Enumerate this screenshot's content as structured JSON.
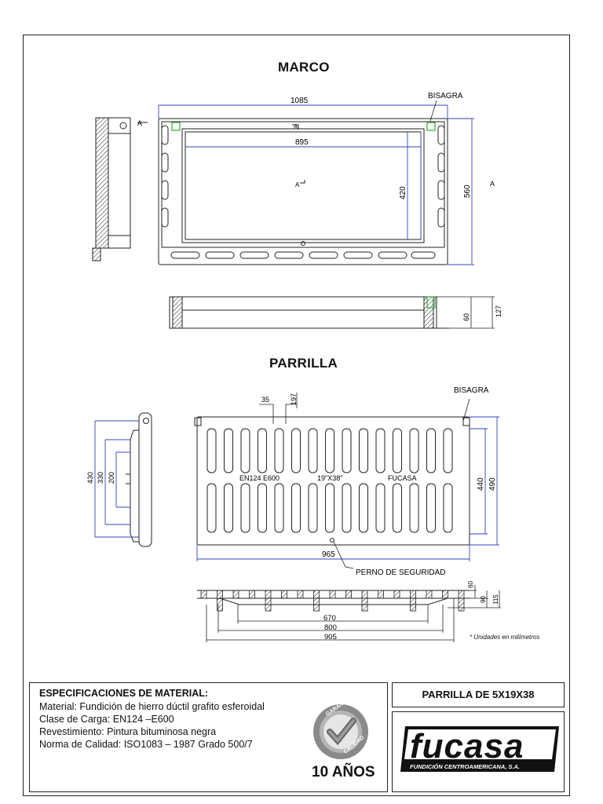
{
  "drawing": {
    "title_marco": "MARCO",
    "title_parrilla": "PARRILLA",
    "labels": {
      "bisagra_marco": "BISAGRA",
      "bisagra_parrilla": "BISAGRA",
      "perno": "PERNO DE SEGURIDAD",
      "section_a": "A",
      "grate_marking_1": "EN124 E600",
      "grate_marking_2": "19\"X38\"",
      "grate_marking_3": "FUCASA"
    },
    "dimensions": {
      "marco_width": "1085",
      "marco_inner_width": "895",
      "marco_inner_height": "420",
      "marco_height": "560",
      "marco_section_flange": "60",
      "marco_section_height": "127",
      "grate_bar": "35",
      "grate_opening": "197",
      "grate_inner_height": "440",
      "grate_height": "490",
      "grate_width": "965",
      "grate_side_430": "430",
      "grate_side_330": "330",
      "grate_side_200": "200",
      "section_60": "60",
      "section_90": "90",
      "section_115": "115",
      "section_670": "670",
      "section_800": "800",
      "section_905": "905"
    },
    "units_note": "* Unidades en milímetros"
  },
  "specs": {
    "heading": "ESPECIFICACIONES DE MATERIAL:",
    "material": "Material: Fundición de hierro dúctil grafito esferoidal",
    "load_class": "Clase de Carga: EN124 –E600",
    "coating": "Revestimiento: Pintura bituminosa negra",
    "quality": "Norma de Calidad: ISO1083 – 1987 Grado 500/7",
    "warranty": "10 AÑOS",
    "seal_text_top": "GARANTÍA",
    "seal_text_bottom": "CALIDAD"
  },
  "product": {
    "name": "PARRILLA DE 5X19X38",
    "brand": "fucasa",
    "brand_tagline": "FUNDICIÓN CENTROAMERICANA, S.A."
  },
  "colors": {
    "line": "#222222",
    "dimension": "#3344bb",
    "hinge": "#33aa33"
  }
}
